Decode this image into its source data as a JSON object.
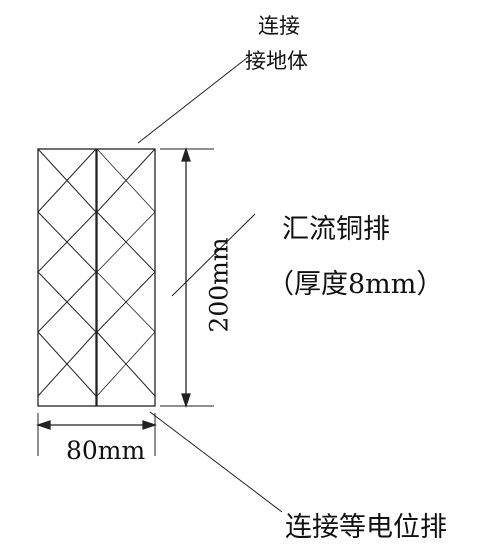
{
  "labels": {
    "ground_line1": "连接",
    "ground_line2": "接地体",
    "busbar": "汇流铜排",
    "thickness": "（厚度8mm）",
    "equipotential": "连接等电位排",
    "width_dim": "80mm",
    "height_dim": "200mm"
  },
  "colors": {
    "line": "#222222",
    "text": "#111111",
    "background": "#ffffff"
  }
}
